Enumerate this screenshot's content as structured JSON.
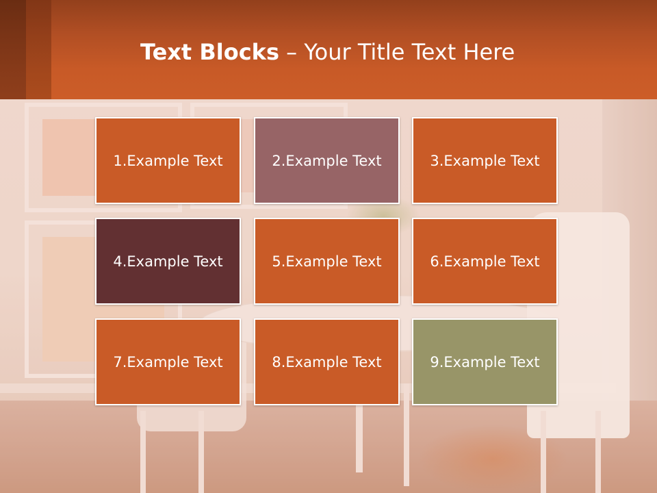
{
  "title": {
    "bold": "Text Blocks",
    "dash": " – ",
    "rest": "Your Title Text Here"
  },
  "colors": {
    "header": "#cc5d28",
    "orange": "#c95b27",
    "mauve": "#976466",
    "maroon": "#623032",
    "olive": "#989568"
  },
  "blocks": [
    {
      "label": "1.Example Text",
      "color": "#c95b27"
    },
    {
      "label": "2.Example Text",
      "color": "#976466"
    },
    {
      "label": "3.Example Text",
      "color": "#c95b27"
    },
    {
      "label": "4.Example Text",
      "color": "#623032"
    },
    {
      "label": "5.Example Text",
      "color": "#c95b27"
    },
    {
      "label": "6.Example Text",
      "color": "#c95b27"
    },
    {
      "label": "7.Example Text",
      "color": "#c95b27"
    },
    {
      "label": "8.Example Text",
      "color": "#c95b27"
    },
    {
      "label": "9.Example Text",
      "color": "#989568"
    }
  ]
}
